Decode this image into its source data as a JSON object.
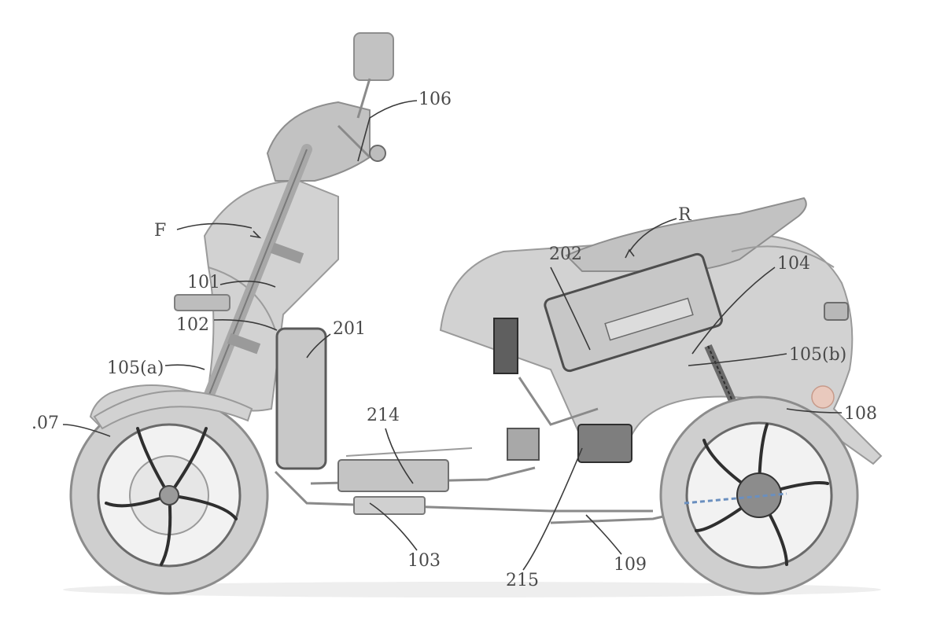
{
  "figure": {
    "labels": {
      "F": "F",
      "R": "R",
      "l101": "101",
      "l102": "102",
      "l103": "103",
      "l104": "104",
      "l105a": "105(a)",
      "l105b": "105(b)",
      "l106": "106",
      "l107": ".07",
      "l108": "108",
      "l109": "109",
      "l201": "201",
      "l202": "202",
      "l214": "214",
      "l215": "215"
    },
    "colors": {
      "body": "#d2d2d2",
      "outline": "#8e8e8e",
      "leader": "#3a3a3a",
      "label": "#4a4a4a"
    }
  }
}
